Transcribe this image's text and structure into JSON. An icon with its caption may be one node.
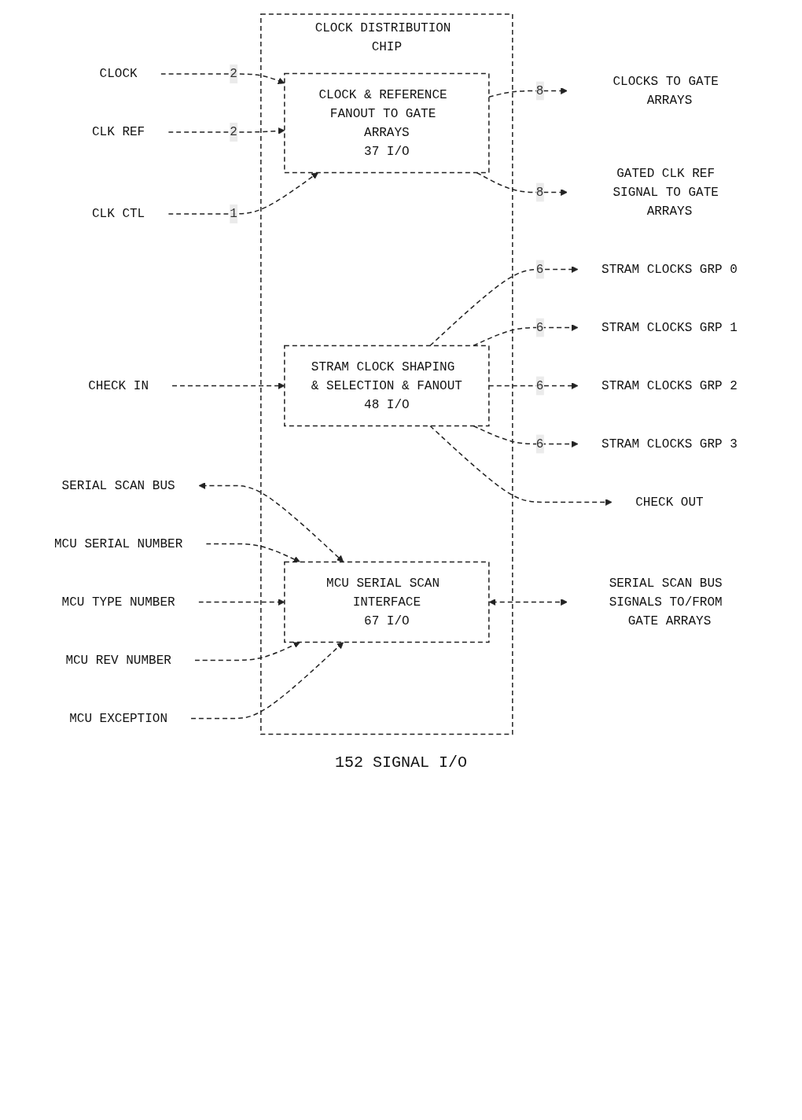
{
  "diagram": {
    "nodes": [
      {
        "text": [
          "CLOCK DISTRIBUTION CHIP"
        ],
        "beside": [
          "152 SIGNAL I/O"
        ]
      },
      {
        "text": [
          "CLOCK & REFERENCE FANOUT TO GATE ARRAYS",
          "37 I/O"
        ],
        "in": 0
      },
      {
        "text": [
          "STRAM CLOCK SHAPING & SELECTION & FANOUT",
          "48 I/O"
        ],
        "in": 0
      },
      {
        "text": [
          "MCU SERIAL SCAN INTERFACE",
          "67 I/O"
        ],
        "in": 0
      },
      {
        "text": [
          "CLOCK"
        ]
      },
      {
        "text": [
          "CLK REF"
        ]
      },
      {
        "text": [
          "CLK CTL"
        ]
      },
      {
        "text": [
          "CLOCKS TO GATE ARRAYS"
        ]
      },
      {
        "text": [
          "GATED CLK REF SIGNAL TO GATE ARRAYS"
        ]
      },
      {
        "text": [
          "STRAM CLOCKS GRP 0"
        ]
      },
      {
        "text": [
          "STRAM CLOCKS GRP 1"
        ]
      },
      {
        "text": [
          "STRAM CLOCKS GRP 2"
        ]
      },
      {
        "text": [
          "STRAM CLOCKS GRP 3"
        ]
      },
      {
        "text": [
          "CHECK IN"
        ]
      },
      {
        "text": [
          "CHECK OUT"
        ]
      },
      {
        "text": [
          "SERIAL SCAN BUS"
        ]
      },
      {
        "text": [
          "MCU SERIAL NUMBER"
        ]
      },
      {
        "text": [
          "MCU TYPE NUMBER"
        ]
      },
      {
        "text": [
          "MCU REV NUMBER"
        ]
      },
      {
        "text": [
          "SERIAL SCAN BUS SIGNALS TO/FROM GATE ARRAYS"
        ]
      },
      {
        "text": [
          "MCU EXCEPTION"
        ]
      }
    ],
    "edges": [
      {
        "from": 4,
        "to": 1,
        "arrow": "to",
        "label": "2",
        "style": "dashed"
      },
      {
        "from": 5,
        "to": 1,
        "arrow": "to",
        "label": "2",
        "style": "dashed"
      },
      {
        "from": 6,
        "to": 1,
        "arrow": "to",
        "label": "1",
        "style": "dashed"
      },
      {
        "from": 1,
        "to": 7,
        "arrow": "to",
        "label": "8",
        "style": "dashed"
      },
      {
        "from": 1,
        "to": 8,
        "arrow": "to",
        "label": "8",
        "style": "dashed"
      },
      {
        "from": 2,
        "to": 9,
        "arrow": "to",
        "label": "6",
        "style": "dashed"
      },
      {
        "from": 2,
        "to": 10,
        "arrow": "to",
        "label": "6",
        "style": "dashed"
      },
      {
        "from": 2,
        "to": 11,
        "arrow": "to",
        "label": "6",
        "style": "dashed"
      },
      {
        "from": 2,
        "to": 12,
        "arrow": "to",
        "label": "6",
        "style": "dashed"
      },
      {
        "from": 13,
        "to": 2,
        "arrow": "to",
        "style": "dashed"
      },
      {
        "from": 2,
        "to": 14,
        "arrow": "to",
        "style": "dashed"
      },
      {
        "from": 15,
        "to": 3,
        "arrow": "both",
        "style": "dashed"
      },
      {
        "from": 16,
        "to": 3,
        "arrow": "to",
        "style": "dashed"
      },
      {
        "from": 17,
        "to": 3,
        "arrow": "to",
        "style": "dashed"
      },
      {
        "from": 18,
        "to": 3,
        "arrow": "to",
        "style": "dashed"
      },
      {
        "from": 3,
        "to": 19,
        "arrow": "both",
        "style": "dashed"
      },
      {
        "from": 20,
        "to": 3,
        "arrow": "to",
        "style": "dashed"
      }
    ]
  }
}
